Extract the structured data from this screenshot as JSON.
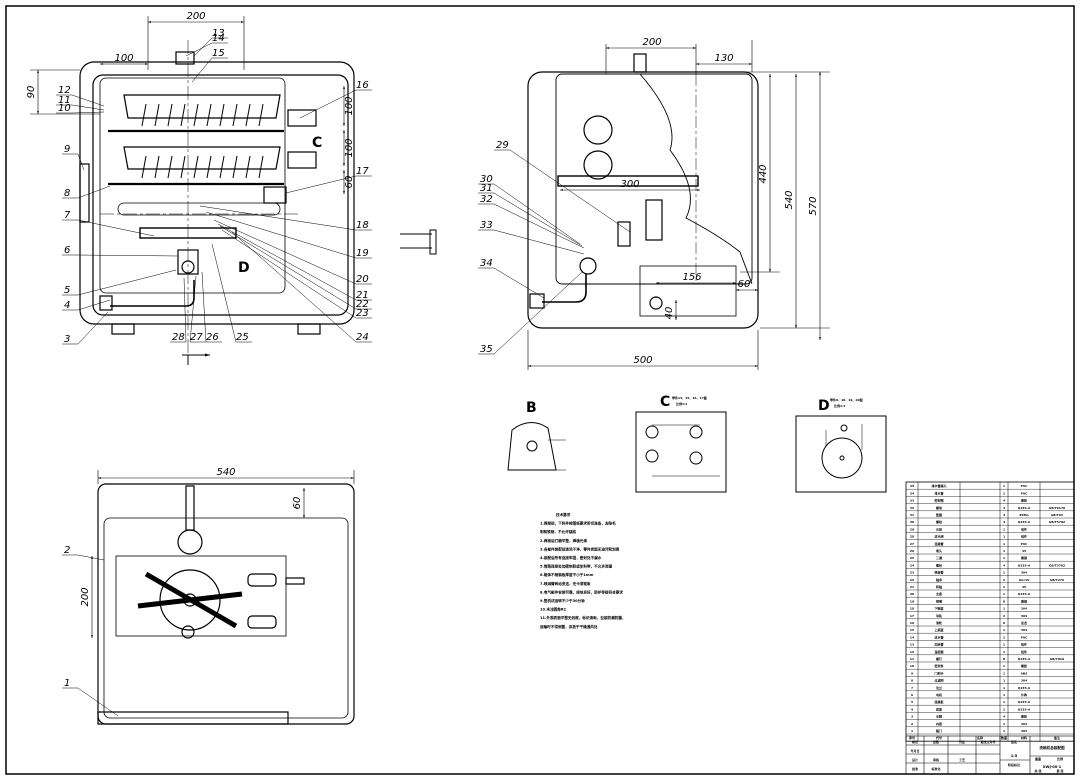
{
  "front_view": {
    "dimensions": [
      "200",
      "100",
      "90",
      "100",
      "100",
      "60"
    ],
    "labels": [
      "3",
      "4",
      "5",
      "6",
      "7",
      "8",
      "9",
      "10",
      "11",
      "12",
      "13",
      "14",
      "15",
      "16",
      "17",
      "18",
      "19",
      "20",
      "21",
      "22",
      "23",
      "24",
      "25",
      "26",
      "27",
      "28"
    ],
    "section_marks": [
      "C",
      "D"
    ]
  },
  "side_view": {
    "dimensions": [
      "200",
      "130",
      "300",
      "440",
      "540",
      "570",
      "156",
      "60",
      "40",
      "500"
    ],
    "labels": [
      "29",
      "30",
      "31",
      "32",
      "33",
      "34",
      "35"
    ]
  },
  "top_view": {
    "dimensions": [
      "540",
      "60",
      "200"
    ],
    "labels": [
      "1",
      "2"
    ]
  },
  "detail_views": {
    "B": {
      "letter": "B"
    },
    "C": {
      "letter": "C",
      "caption": "零件13、15、16、17图",
      "scale": "比例1:4"
    },
    "D": {
      "letter": "D",
      "caption": "零件8、18、19、20图",
      "scale": "比例1:4"
    }
  },
  "technical_notes": [
    "技术要求",
    "1.焊接前，下料件按图纸要求剪切准备，去除毛",
    "刺和铁锈，不允许缺陷",
    "2.焊接后打磨平整，焊缝光滑",
    "3.各部件装配前清洗干净，零件表面无油污和划痕",
    "4.装配后所有连接牢固，密封处不漏水",
    "5.管路连接处加密封胶或生料带，不允许渗漏",
    "6.箱体不锈钢板厚度不小于1mm",
    "7.喷淋臂转动灵活，无卡滞现象",
    "8.电气部件安装可靠，接地良好，防护等级符合要求",
    "9.整机试运转不少于30分钟",
    "10.未注圆角R2",
    "11.外观表面平整无划痕，标识清晰，包装防潮防震，",
    "运输时不得倒置，存放于干燥通风处"
  ],
  "bom": [
    [
      "35",
      "排水管接头",
      "1",
      "PVC",
      ""
    ],
    [
      "34",
      "排水管",
      "1",
      "PVC",
      ""
    ],
    [
      "33",
      "密封圈",
      "4",
      "橡胶",
      ""
    ],
    [
      "32",
      "螺母",
      "4",
      "Q235-A",
      "GB/T6170"
    ],
    [
      "31",
      "垫圈",
      "4",
      "65Mn",
      "GB/T93"
    ],
    [
      "30",
      "螺栓",
      "4",
      "Q235-A",
      "GB/T5782"
    ],
    [
      "29",
      "水泵",
      "1",
      "组件",
      ""
    ],
    [
      "28",
      "进水阀",
      "1",
      "组件",
      ""
    ],
    [
      "27",
      "连接管",
      "1",
      "PVC",
      ""
    ],
    [
      "26",
      "弯头",
      "1",
      "45",
      ""
    ],
    [
      "25",
      "三通",
      "1",
      "黄铜",
      ""
    ],
    [
      "24",
      "螺栓",
      "4",
      "Q235-A",
      "GB/T5782"
    ],
    [
      "23",
      "喷淋臂",
      "1",
      "304",
      ""
    ],
    [
      "22",
      "轴承",
      "2",
      "GCr15",
      "GB/T276"
    ],
    [
      "21",
      "转轴",
      "1",
      "45",
      ""
    ],
    [
      "20",
      "支座",
      "1",
      "Q235-A",
      ""
    ],
    [
      "19",
      "喷嘴",
      "8",
      "黄铜",
      ""
    ],
    [
      "18",
      "下碗篮",
      "1",
      "304",
      ""
    ],
    [
      "17",
      "导轨",
      "2",
      "304",
      ""
    ],
    [
      "16",
      "滑轮",
      "8",
      "尼龙",
      ""
    ],
    [
      "15",
      "上碗篮",
      "1",
      "304",
      ""
    ],
    [
      "14",
      "进水管",
      "1",
      "PVC",
      ""
    ],
    [
      "13",
      "加热管",
      "1",
      "组件",
      ""
    ],
    [
      "12",
      "温控器",
      "1",
      "组件",
      ""
    ],
    [
      "11",
      "螺钉",
      "8",
      "Q235-A",
      "GB/T818"
    ],
    [
      "10",
      "密封条",
      "1",
      "橡胶",
      ""
    ],
    [
      "9",
      "门把手",
      "1",
      "ABS",
      ""
    ],
    [
      "8",
      "过滤网",
      "1",
      "304",
      ""
    ],
    [
      "7",
      "法兰",
      "1",
      "Q235-A",
      ""
    ],
    [
      "6",
      "电机",
      "1",
      "外购",
      ""
    ],
    [
      "5",
      "连接板",
      "1",
      "Q235-A",
      ""
    ],
    [
      "4",
      "底座",
      "1",
      "Q235-A",
      ""
    ],
    [
      "3",
      "支脚",
      "4",
      "橡胶",
      ""
    ],
    [
      "2",
      "内胆",
      "1",
      "304",
      ""
    ],
    [
      "1",
      "箱门",
      "1",
      "304",
      ""
    ]
  ],
  "bom_header": [
    "序号",
    "代号",
    "名称",
    "数量",
    "材料",
    "备注"
  ],
  "title_block": {
    "drawing_title": "洗碗机总装配图",
    "drawing_number": "XWJ-00-1",
    "scale": "1:5",
    "row_labels": [
      "标记",
      "处数",
      "分区",
      "更改文件号",
      "签名",
      "年月日",
      "设计",
      "审核",
      "工艺",
      "批准",
      "标准化"
    ],
    "field_labels": [
      "阶段标记",
      "重量",
      "比例",
      "共 张",
      "第 张"
    ]
  }
}
